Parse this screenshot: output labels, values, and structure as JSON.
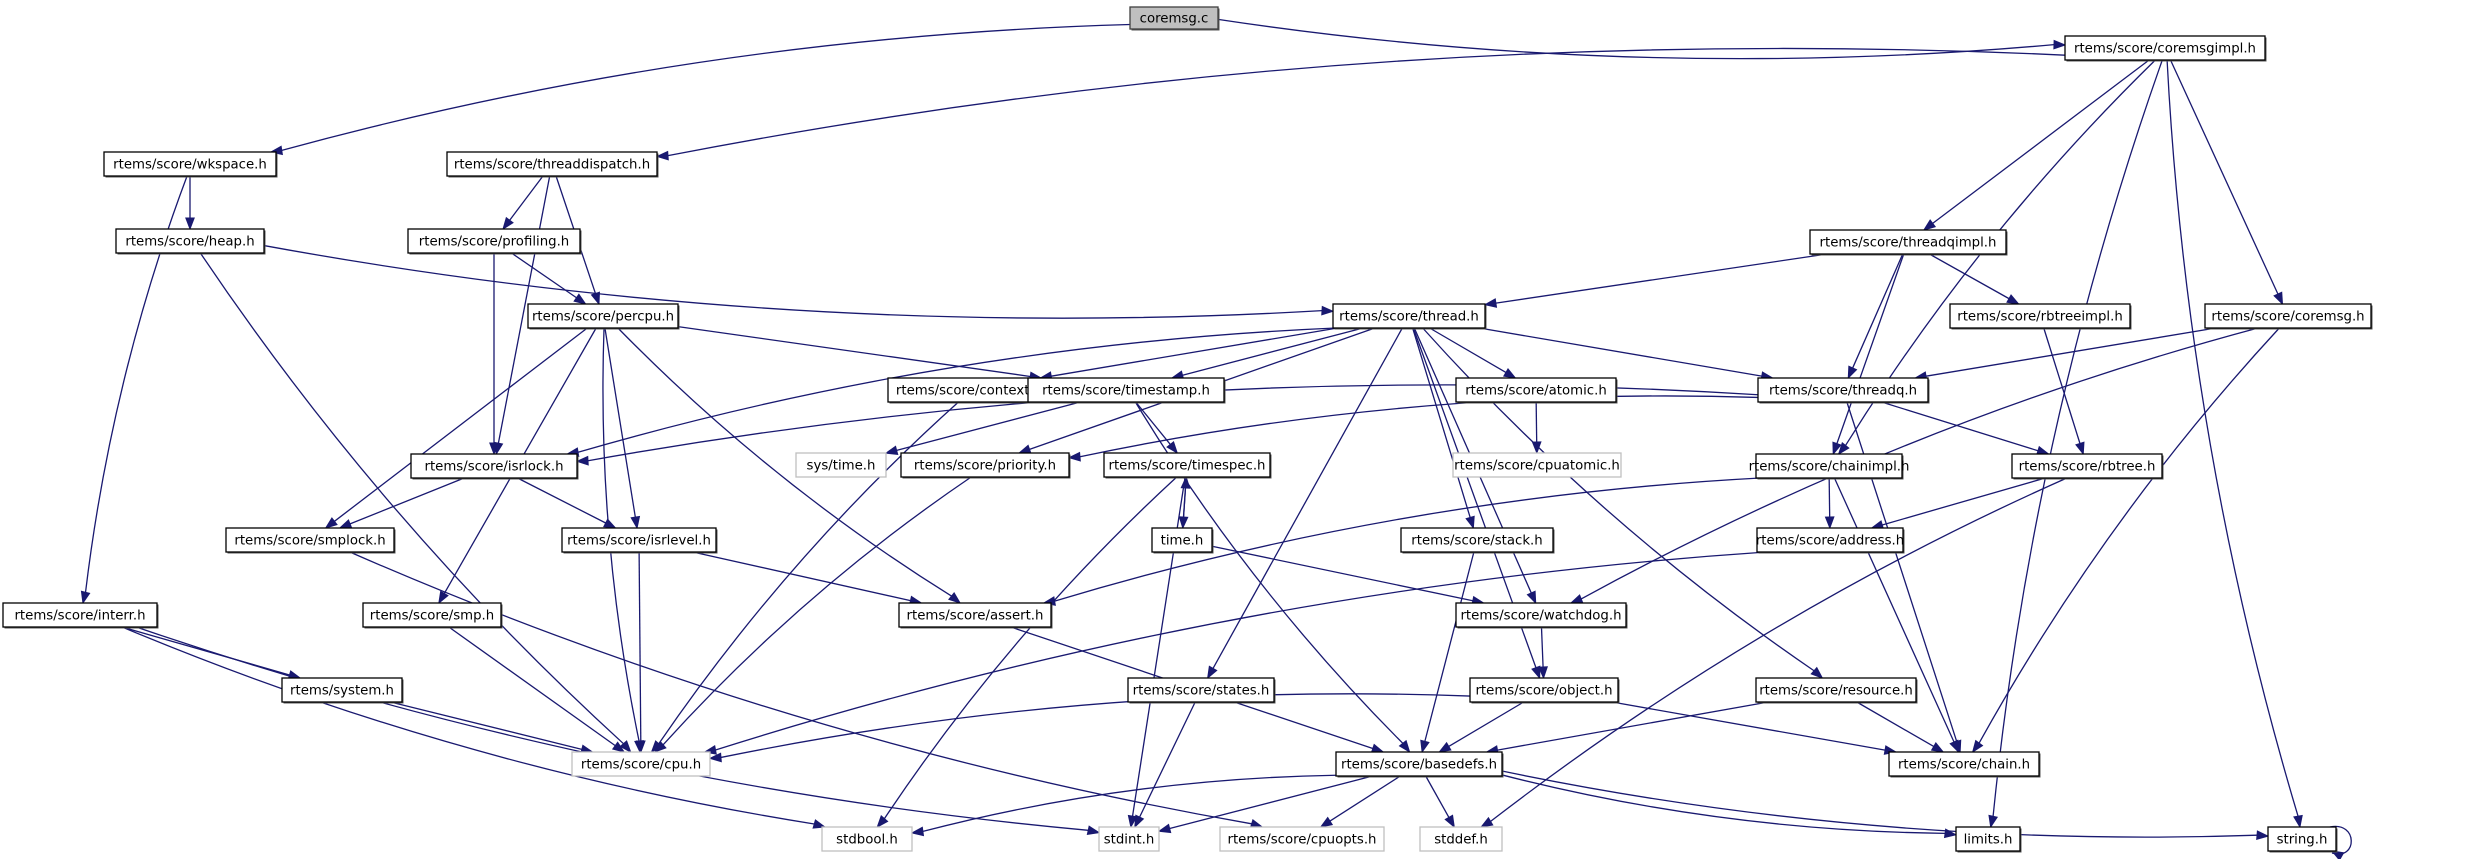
{
  "title": "coremsg.c include dependency graph",
  "colors": {
    "edge": "#191970",
    "root_fill": "#bfbfbf",
    "node_border": "#000000",
    "external_border": "#bfbfbf"
  },
  "nodes": [
    {
      "id": "coremsg_c",
      "label": "coremsg.c",
      "kind": "root"
    },
    {
      "id": "coremsgimpl",
      "label": "rtems/score/coremsgimpl.h",
      "kind": "normal"
    },
    {
      "id": "wkspace",
      "label": "rtems/score/wkspace.h",
      "kind": "normal"
    },
    {
      "id": "threaddispatch",
      "label": "rtems/score/threaddispatch.h",
      "kind": "normal"
    },
    {
      "id": "heap",
      "label": "rtems/score/heap.h",
      "kind": "normal"
    },
    {
      "id": "profiling",
      "label": "rtems/score/profiling.h",
      "kind": "normal"
    },
    {
      "id": "threadqimpl",
      "label": "rtems/score/threadqimpl.h",
      "kind": "normal"
    },
    {
      "id": "percpu",
      "label": "rtems/score/percpu.h",
      "kind": "normal"
    },
    {
      "id": "thread",
      "label": "rtems/score/thread.h",
      "kind": "normal"
    },
    {
      "id": "rbtreeimpl",
      "label": "rtems/score/rbtreeimpl.h",
      "kind": "normal"
    },
    {
      "id": "coremsg_h",
      "label": "rtems/score/coremsg.h",
      "kind": "normal"
    },
    {
      "id": "context",
      "label": "rtems/score/context.h",
      "kind": "normal"
    },
    {
      "id": "timestamp",
      "label": "rtems/score/timestamp.h",
      "kind": "normal"
    },
    {
      "id": "atomic",
      "label": "rtems/score/atomic.h",
      "kind": "normal"
    },
    {
      "id": "threadq",
      "label": "rtems/score/threadq.h",
      "kind": "normal"
    },
    {
      "id": "isrlock",
      "label": "rtems/score/isrlock.h",
      "kind": "normal"
    },
    {
      "id": "systime",
      "label": "sys/time.h",
      "kind": "external"
    },
    {
      "id": "priority",
      "label": "rtems/score/priority.h",
      "kind": "normal"
    },
    {
      "id": "timespec",
      "label": "rtems/score/timespec.h",
      "kind": "normal"
    },
    {
      "id": "cpuatomic",
      "label": "rtems/score/cpuatomic.h",
      "kind": "external"
    },
    {
      "id": "chainimpl",
      "label": "rtems/score/chainimpl.h",
      "kind": "normal"
    },
    {
      "id": "rbtree",
      "label": "rtems/score/rbtree.h",
      "kind": "normal"
    },
    {
      "id": "smplock",
      "label": "rtems/score/smplock.h",
      "kind": "normal"
    },
    {
      "id": "isrlevel",
      "label": "rtems/score/isrlevel.h",
      "kind": "normal"
    },
    {
      "id": "time_h",
      "label": "time.h",
      "kind": "normal"
    },
    {
      "id": "stack",
      "label": "rtems/score/stack.h",
      "kind": "normal"
    },
    {
      "id": "address",
      "label": "rtems/score/address.h",
      "kind": "normal"
    },
    {
      "id": "interr",
      "label": "rtems/score/interr.h",
      "kind": "normal"
    },
    {
      "id": "smp",
      "label": "rtems/score/smp.h",
      "kind": "normal"
    },
    {
      "id": "assert",
      "label": "rtems/score/assert.h",
      "kind": "normal"
    },
    {
      "id": "watchdog",
      "label": "rtems/score/watchdog.h",
      "kind": "normal"
    },
    {
      "id": "system",
      "label": "rtems/system.h",
      "kind": "normal"
    },
    {
      "id": "states",
      "label": "rtems/score/states.h",
      "kind": "normal"
    },
    {
      "id": "object",
      "label": "rtems/score/object.h",
      "kind": "normal"
    },
    {
      "id": "resource",
      "label": "rtems/score/resource.h",
      "kind": "normal"
    },
    {
      "id": "cpu",
      "label": "rtems/score/cpu.h",
      "kind": "external"
    },
    {
      "id": "basedefs",
      "label": "rtems/score/basedefs.h",
      "kind": "normal"
    },
    {
      "id": "chain",
      "label": "rtems/score/chain.h",
      "kind": "normal"
    },
    {
      "id": "stdbool",
      "label": "stdbool.h",
      "kind": "external"
    },
    {
      "id": "stdint",
      "label": "stdint.h",
      "kind": "external"
    },
    {
      "id": "cpuopts",
      "label": "rtems/score/cpuopts.h",
      "kind": "external"
    },
    {
      "id": "stddef",
      "label": "stddef.h",
      "kind": "external"
    },
    {
      "id": "limits",
      "label": "limits.h",
      "kind": "normal"
    },
    {
      "id": "string",
      "label": "string.h",
      "kind": "normal"
    }
  ],
  "edges": [
    [
      "coremsg_c",
      "wkspace"
    ],
    [
      "coremsg_c",
      "coremsgimpl"
    ],
    [
      "coremsgimpl",
      "threaddispatch"
    ],
    [
      "coremsgimpl",
      "threadqimpl"
    ],
    [
      "coremsgimpl",
      "coremsg_h"
    ],
    [
      "coremsgimpl",
      "chainimpl"
    ],
    [
      "coremsgimpl",
      "limits"
    ],
    [
      "coremsgimpl",
      "string"
    ],
    [
      "wkspace",
      "heap"
    ],
    [
      "wkspace",
      "interr"
    ],
    [
      "heap",
      "thread"
    ],
    [
      "heap",
      "cpu"
    ],
    [
      "threaddispatch",
      "profiling"
    ],
    [
      "threaddispatch",
      "percpu"
    ],
    [
      "threaddispatch",
      "isrlock"
    ],
    [
      "profiling",
      "percpu"
    ],
    [
      "profiling",
      "isrlock"
    ],
    [
      "threadqimpl",
      "thread"
    ],
    [
      "threadqimpl",
      "threadq"
    ],
    [
      "threadqimpl",
      "rbtreeimpl"
    ],
    [
      "threadqimpl",
      "chainimpl"
    ],
    [
      "rbtreeimpl",
      "rbtree"
    ],
    [
      "coremsg_h",
      "threadq"
    ],
    [
      "coremsg_h",
      "watchdog"
    ],
    [
      "coremsg_h",
      "chain"
    ],
    [
      "percpu",
      "timestamp"
    ],
    [
      "percpu",
      "smplock"
    ],
    [
      "percpu",
      "smp"
    ],
    [
      "percpu",
      "cpu"
    ],
    [
      "percpu",
      "isrlevel"
    ],
    [
      "percpu",
      "assert"
    ],
    [
      "thread",
      "context"
    ],
    [
      "thread",
      "timestamp"
    ],
    [
      "thread",
      "atomic"
    ],
    [
      "thread",
      "threadq"
    ],
    [
      "thread",
      "isrlock"
    ],
    [
      "thread",
      "priority"
    ],
    [
      "thread",
      "stack"
    ],
    [
      "thread",
      "states"
    ],
    [
      "thread",
      "watchdog"
    ],
    [
      "thread",
      "object"
    ],
    [
      "thread",
      "resource"
    ],
    [
      "context",
      "cpu"
    ],
    [
      "timestamp",
      "systime"
    ],
    [
      "timestamp",
      "timespec"
    ],
    [
      "timestamp",
      "basedefs"
    ],
    [
      "atomic",
      "cpuatomic"
    ],
    [
      "threadq",
      "isrlock"
    ],
    [
      "threadq",
      "priority"
    ],
    [
      "threadq",
      "rbtree"
    ],
    [
      "threadq",
      "chain"
    ],
    [
      "isrlock",
      "smplock"
    ],
    [
      "isrlock",
      "isrlevel"
    ],
    [
      "priority",
      "cpu"
    ],
    [
      "timespec",
      "time_h"
    ],
    [
      "timespec",
      "stdbool"
    ],
    [
      "timespec",
      "stdint"
    ],
    [
      "time_h",
      "timespec"
    ],
    [
      "time_h",
      "watchdog"
    ],
    [
      "chainimpl",
      "address"
    ],
    [
      "chainimpl",
      "assert"
    ],
    [
      "chainimpl",
      "chain"
    ],
    [
      "rbtree",
      "address"
    ],
    [
      "rbtree",
      "stddef"
    ],
    [
      "smplock",
      "cpuopts"
    ],
    [
      "isrlevel",
      "cpu"
    ],
    [
      "isrlevel",
      "assert"
    ],
    [
      "stack",
      "basedefs"
    ],
    [
      "address",
      "cpu"
    ],
    [
      "interr",
      "system"
    ],
    [
      "interr",
      "stdbool"
    ],
    [
      "interr",
      "stdint"
    ],
    [
      "smp",
      "cpu"
    ],
    [
      "assert",
      "basedefs"
    ],
    [
      "watchdog",
      "object"
    ],
    [
      "system",
      "cpu"
    ],
    [
      "states",
      "stdint"
    ],
    [
      "object",
      "basedefs"
    ],
    [
      "object",
      "chain"
    ],
    [
      "object",
      "cpu"
    ],
    [
      "resource",
      "basedefs"
    ],
    [
      "resource",
      "chain"
    ],
    [
      "basedefs",
      "stdbool"
    ],
    [
      "basedefs",
      "stdint"
    ],
    [
      "basedefs",
      "cpuopts"
    ],
    [
      "basedefs",
      "stddef"
    ],
    [
      "basedefs",
      "limits"
    ],
    [
      "basedefs",
      "string"
    ],
    [
      "string",
      "string"
    ]
  ]
}
